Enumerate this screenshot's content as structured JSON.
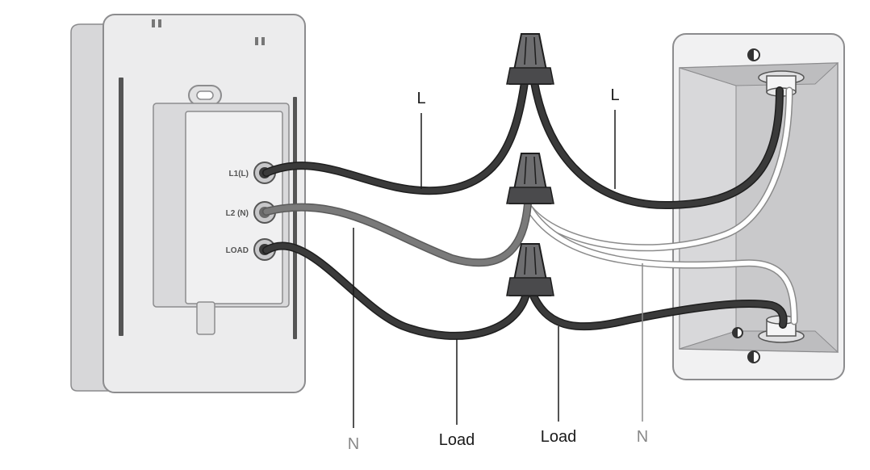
{
  "terminals": {
    "l1": "L1(L)",
    "l2": "L2 (N)",
    "load": "LOAD"
  },
  "labels": {
    "line_left": "L",
    "line_right": "L",
    "neutral_left": "N",
    "neutral_right": "N",
    "load_left": "Load",
    "load_right": "Load"
  },
  "colors": {
    "black_wire": "#3a3a3a",
    "grey_wire": "#7a7a7a",
    "white_wire": "#ffffff",
    "device_body": "#e9e9ea",
    "box_interior": "#c9c9cb"
  }
}
